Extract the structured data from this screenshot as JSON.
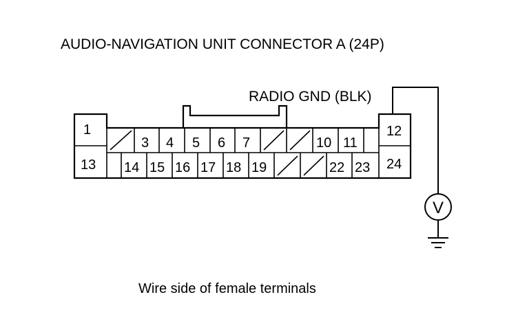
{
  "title": "AUDIO-NAVIGATION UNIT CONNECTOR A (24P)",
  "wire_label": "RADIO GND (BLK)",
  "caption": "Wire side of female terminals",
  "meter_symbol": "V",
  "connector": {
    "top_row": [
      {
        "id": "pin-1",
        "label": "1"
      },
      {
        "id": "pin-2",
        "label": ""
      },
      {
        "id": "pin-3",
        "label": "3"
      },
      {
        "id": "pin-4",
        "label": "4"
      },
      {
        "id": "pin-5",
        "label": "5"
      },
      {
        "id": "pin-6",
        "label": "6"
      },
      {
        "id": "pin-7",
        "label": "7"
      },
      {
        "id": "pin-8",
        "label": ""
      },
      {
        "id": "pin-9",
        "label": ""
      },
      {
        "id": "pin-10",
        "label": "10"
      },
      {
        "id": "pin-11",
        "label": "11"
      },
      {
        "id": "pin-12",
        "label": "12"
      }
    ],
    "bottom_row": [
      {
        "id": "pin-13",
        "label": "13"
      },
      {
        "id": "pin-14",
        "label": "14"
      },
      {
        "id": "pin-15",
        "label": "15"
      },
      {
        "id": "pin-16",
        "label": "16"
      },
      {
        "id": "pin-17",
        "label": "17"
      },
      {
        "id": "pin-18",
        "label": "18"
      },
      {
        "id": "pin-19",
        "label": "19"
      },
      {
        "id": "pin-20",
        "label": ""
      },
      {
        "id": "pin-21",
        "label": ""
      },
      {
        "id": "pin-22",
        "label": "22"
      },
      {
        "id": "pin-23",
        "label": "23"
      },
      {
        "id": "pin-24",
        "label": "24"
      }
    ]
  },
  "icons": {
    "meter": "voltmeter-icon",
    "ground": "ground-icon",
    "empty_pin": "empty-pin-slash-icon"
  },
  "colors": {
    "ink": "#000000",
    "background": "#ffffff"
  }
}
